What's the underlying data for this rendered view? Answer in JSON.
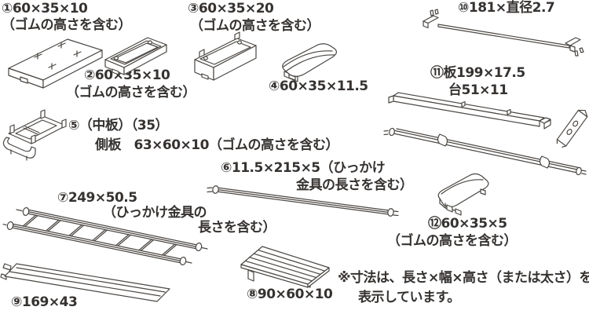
{
  "colors": {
    "ink_text": "#353230",
    "line_art": "#4a4642",
    "background": "#ffffff"
  },
  "parts": {
    "p1": {
      "dim": "①60×35×10",
      "note": "（ゴムの高さを含む）"
    },
    "p2": {
      "dim": "②60×35×10",
      "note": "（ゴムの高さを含む）"
    },
    "p3": {
      "dim": "③60×35×20",
      "note": "（ゴムの高さを含む）"
    },
    "p4": {
      "dim": "④60×35×11.5"
    },
    "p5": {
      "dim": "⑤（中板）（35）",
      "note": "側板　63×60×10（ゴムの高さを含む）"
    },
    "p6": {
      "dim": "⑥11.5×215×5（ひっかけ",
      "note": "金具の長さを含む）"
    },
    "p7": {
      "dim": "⑦249×50.5",
      "note": "（ひっかけ金具の",
      "note2": "長さを含む）"
    },
    "p8": {
      "dim": "⑧90×60×10"
    },
    "p9": {
      "dim": "⑨169×43"
    },
    "p10": {
      "dim": "⑩181×直径2.7"
    },
    "p11": {
      "dim": "⑪板199×17.5",
      "note": "台51×11"
    },
    "p12": {
      "dim": "⑫60×35×5",
      "note": "（ゴムの高さを含む）"
    }
  },
  "footnote": {
    "line1": "※寸法は、長さ×幅×高さ（または太さ）を",
    "line2": "表示しています。"
  }
}
